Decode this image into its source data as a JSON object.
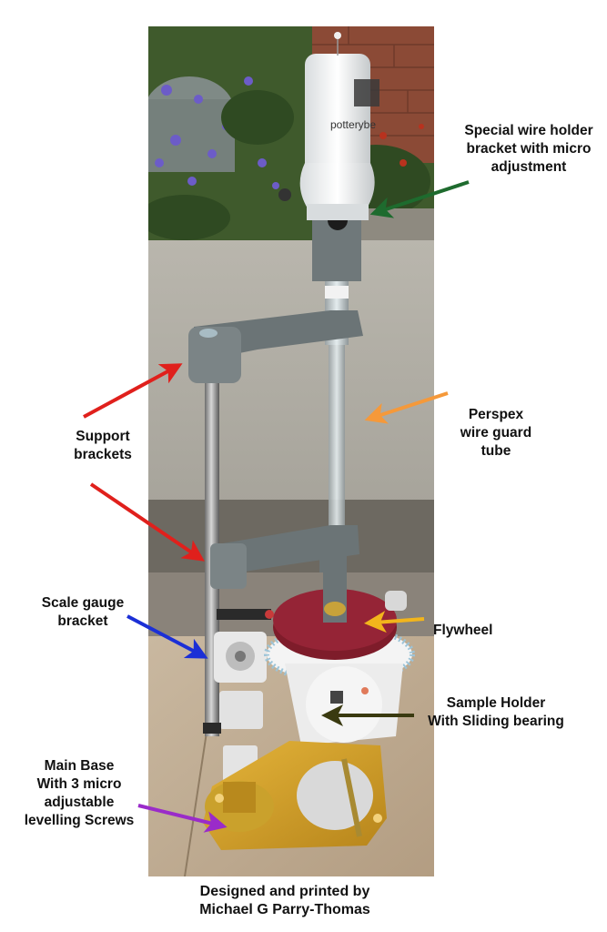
{
  "photo": {
    "device_text": "potterybe"
  },
  "labels": {
    "wire_holder": [
      "Special wire holder",
      "bracket with micro",
      "adjustment"
    ],
    "perspex": [
      "Perspex",
      "wire guard",
      "tube"
    ],
    "support": [
      "Support",
      "brackets"
    ],
    "scale_gauge": [
      "Scale gauge",
      "bracket"
    ],
    "flywheel": [
      "Flywheel"
    ],
    "sample_holder": [
      "Sample Holder",
      "With Sliding bearing"
    ],
    "main_base": [
      "Main Base",
      "With 3 micro",
      "adjustable",
      "levelling Screws"
    ]
  },
  "caption": [
    "Designed and printed by",
    "Michael G Parry-Thomas"
  ],
  "colors": {
    "wire_holder_arrow": "#1e6b2e",
    "perspex_arrow": "#f5993a",
    "support_arrow": "#e0201c",
    "scale_gauge_arrow": "#1b2fd6",
    "flywheel_arrow": "#f2b51c",
    "sample_holder_arrow": "#3a3a10",
    "main_base_arrow": "#9a2bc9"
  }
}
